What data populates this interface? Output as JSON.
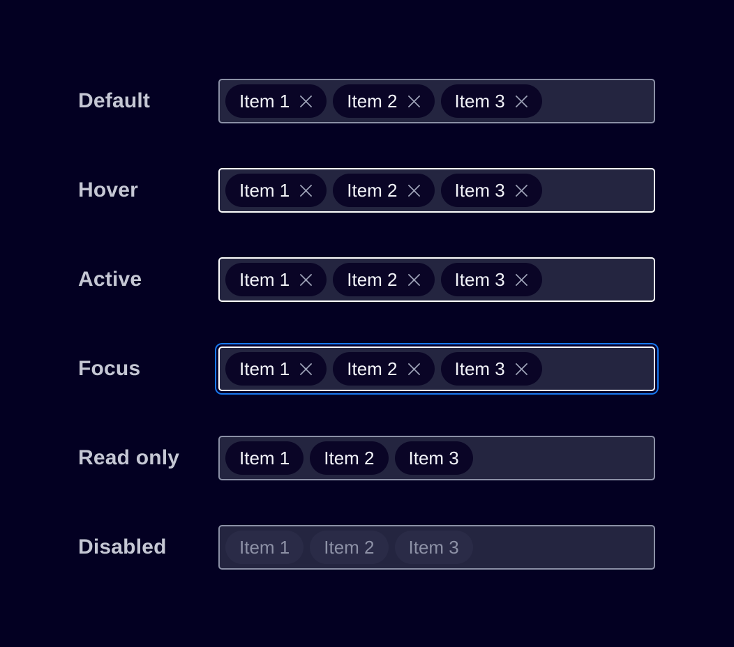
{
  "theme": {
    "page_background": "#030022",
    "field_background": "#242540",
    "chip_background": "#0a0526",
    "chip_disabled_background": "#2a2b47",
    "border_muted": "#8b90a6",
    "border_strong": "#ffffff",
    "focus_ring": "#1878f0",
    "label_color": "#c5c7d4",
    "chip_text": "#f2f3f8",
    "chip_text_disabled": "#8d91a6",
    "close_icon_color": "#9ea3b8"
  },
  "rows": [
    {
      "label": "Default",
      "state": "default",
      "show_close": true,
      "chips": [
        "Item 1",
        "Item 2",
        "Item 3"
      ]
    },
    {
      "label": "Hover",
      "state": "hover",
      "show_close": true,
      "chips": [
        "Item 1",
        "Item 2",
        "Item 3"
      ]
    },
    {
      "label": "Active",
      "state": "active",
      "show_close": true,
      "chips": [
        "Item 1",
        "Item 2",
        "Item 3"
      ]
    },
    {
      "label": "Focus",
      "state": "focus",
      "show_close": true,
      "chips": [
        "Item 1",
        "Item 2",
        "Item 3"
      ]
    },
    {
      "label": "Read only",
      "state": "readonly",
      "show_close": false,
      "chips": [
        "Item 1",
        "Item 2",
        "Item 3"
      ]
    },
    {
      "label": "Disabled",
      "state": "disabled",
      "show_close": false,
      "chips": [
        "Item 1",
        "Item 2",
        "Item 3"
      ]
    }
  ],
  "icons": {
    "close": "close-icon"
  }
}
